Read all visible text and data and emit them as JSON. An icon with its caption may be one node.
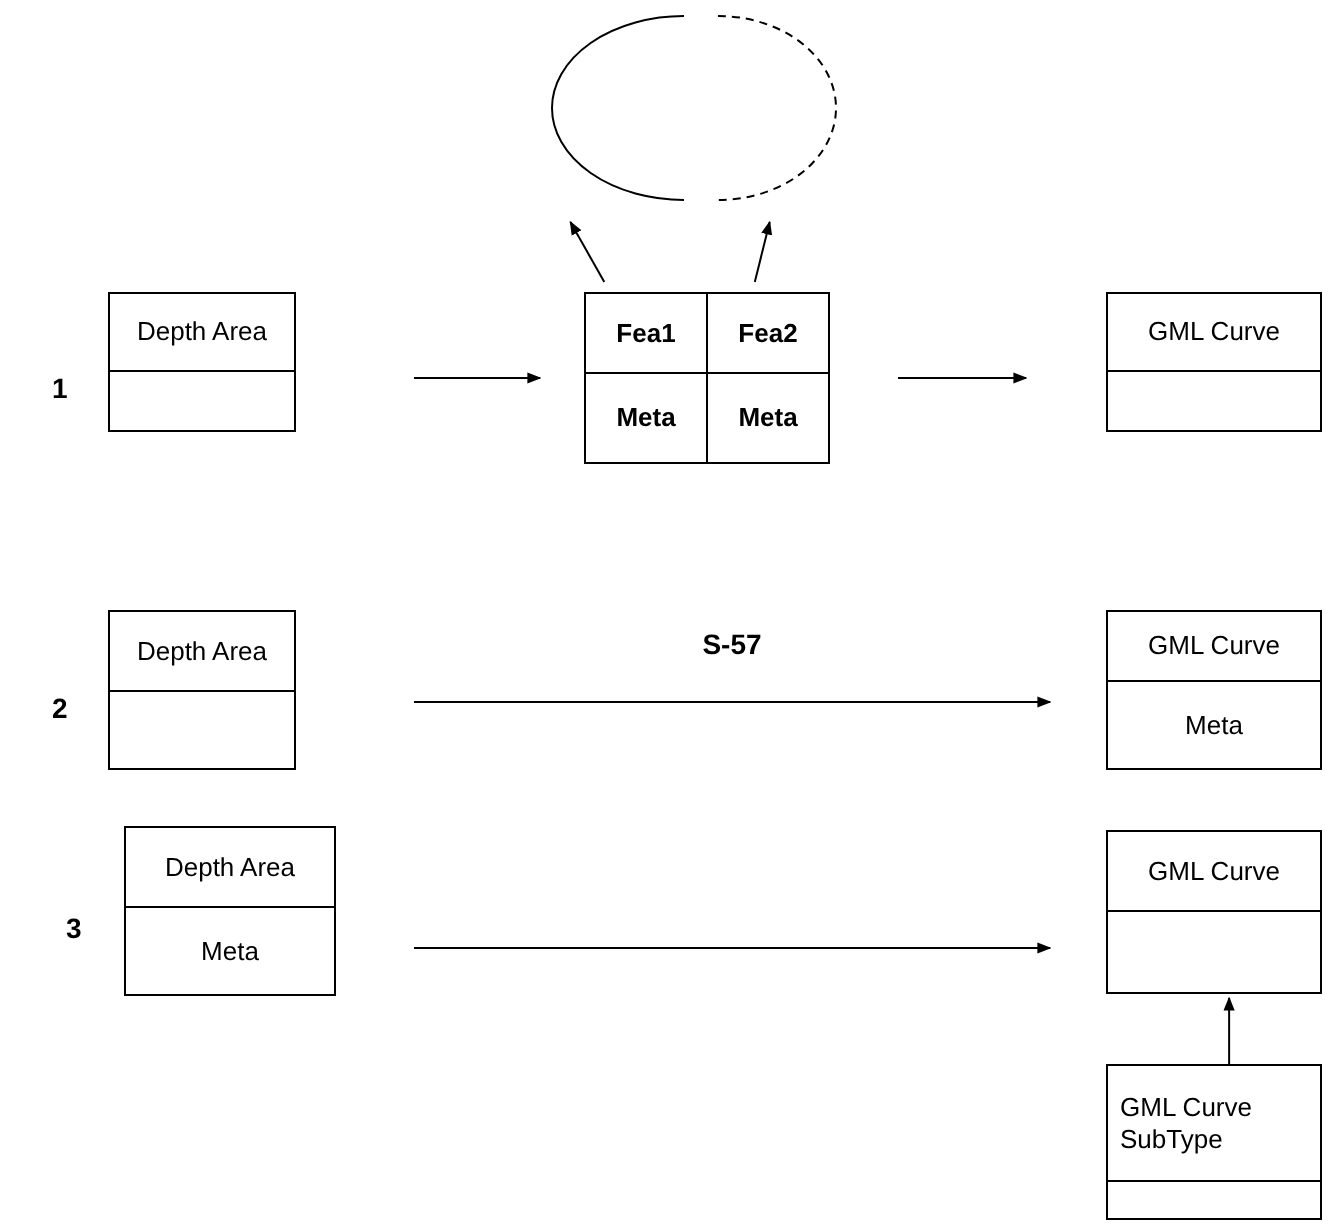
{
  "diagram": {
    "nodes": [
      {
        "text": [],
        "shape": "arc"
      },
      {
        "text": [],
        "shape": "arc"
      },
      {
        "text": [
          "Depth Area"
        ]
      },
      {
        "text": [],
        "shape": "box"
      },
      {
        "text": [
          "Fea1"
        ],
        "in": 3
      },
      {
        "text": [
          "Fea2"
        ],
        "in": 3
      },
      {
        "text": [
          "Meta"
        ],
        "in": 3
      },
      {
        "text": [
          "Meta"
        ],
        "in": 3
      },
      {
        "text": [
          "GML Curve"
        ]
      },
      {
        "text": [
          "Depth Area"
        ]
      },
      {
        "text": [
          "GML Curve",
          "Meta"
        ]
      },
      {
        "text": [
          "GML Curve"
        ]
      },
      {
        "text": [
          "Depth Area",
          "Meta"
        ]
      },
      {
        "text": [
          "GML Curve SubType"
        ]
      }
    ],
    "edges": [
      {
        "from": 2,
        "to": 3,
        "arrow": "to"
      },
      {
        "from": 3,
        "to": 8,
        "arrow": "to"
      },
      {
        "from": 4,
        "to": 0,
        "arrow": "to"
      },
      {
        "from": 5,
        "to": 1,
        "arrow": "to"
      },
      {
        "from": 9,
        "to": 10,
        "arrow": "to",
        "label": "S-57"
      },
      {
        "from": 12,
        "to": 11,
        "arrow": "to"
      },
      {
        "from": 13,
        "to": 11,
        "arrow": "to"
      }
    ],
    "labels": [
      "1",
      "2",
      "3"
    ]
  }
}
